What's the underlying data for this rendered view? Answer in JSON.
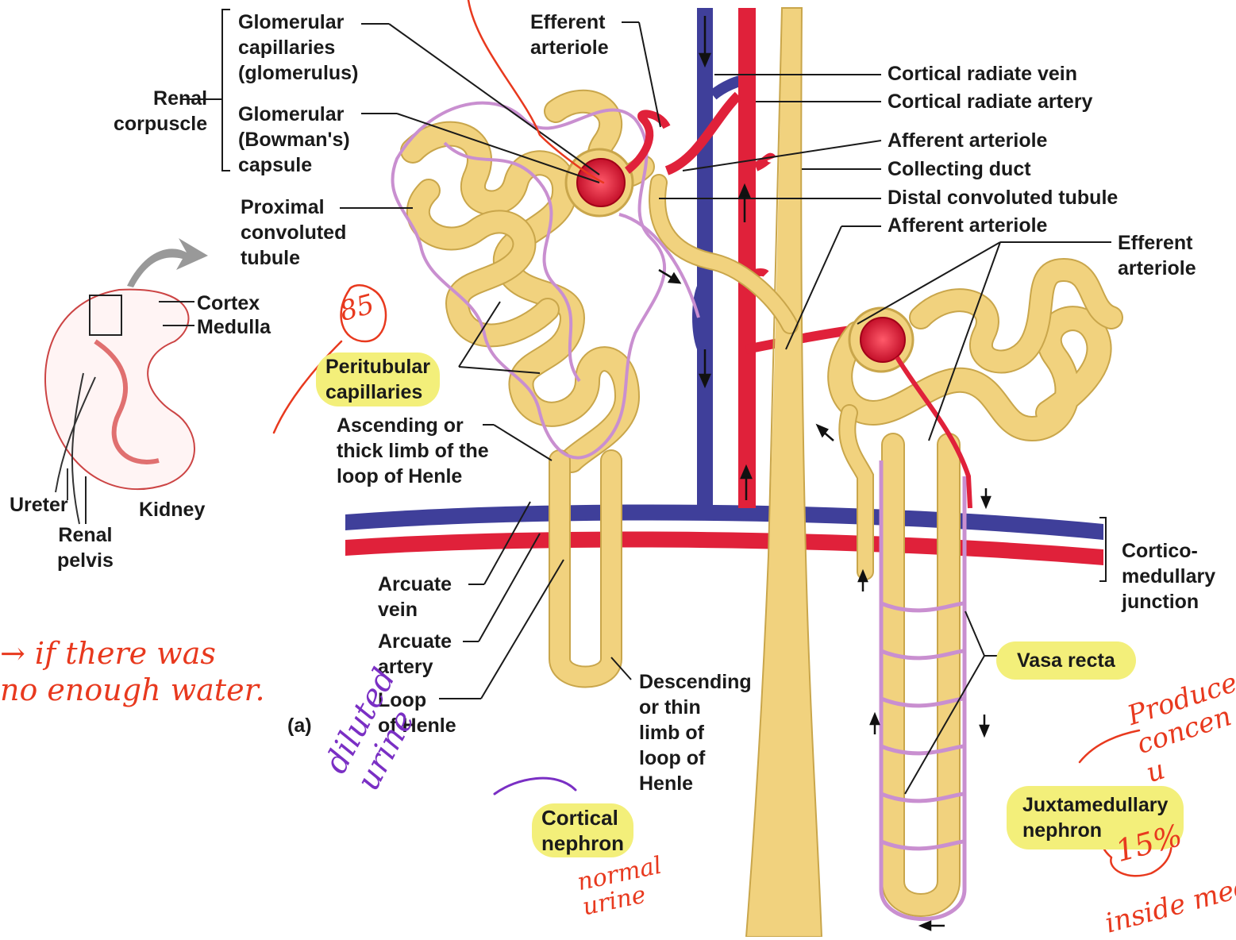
{
  "labels": {
    "glomerular_capillaries": "Glomerular\ncapillaries\n(glomerulus)",
    "renal_corpuscle": "Renal\ncorpuscle",
    "bowmans_capsule": "Glomerular\n(Bowman's)\ncapsule",
    "pct": "Proximal\nconvoluted\ntubule",
    "cortex": "Cortex",
    "medulla": "Medulla",
    "peritubular": "Peritubular\ncapillaries",
    "ascending": "Ascending or\nthick limb of the\nloop of Henle",
    "ureter": "Ureter",
    "kidney": "Kidney",
    "renal_pelvis": "Renal\npelvis",
    "arcuate_vein": "Arcuate\nvein",
    "arcuate_artery": "Arcuate\nartery",
    "loop_henle": "Loop\nof Henle",
    "fig_a": "(a)",
    "descending": "Descending\nor thin\nlimb of\nloop of\nHenle",
    "cortical_nephron": "Cortical\nnephron",
    "efferent_top": "Efferent\narteriole",
    "cortical_radiate_vein": "Cortical radiate vein",
    "cortical_radiate_artery": "Cortical radiate artery",
    "afferent_1": "Afferent arteriole",
    "collecting_duct": "Collecting duct",
    "dct": "Distal convoluted tubule",
    "afferent_2": "Afferent arteriole",
    "efferent_right": "Efferent\narteriole",
    "corticomedullary": "Cortico-\nmedullary\njunction",
    "vasa_recta": "Vasa recta",
    "juxtamedullary": "Juxtamedullary\nnephron"
  },
  "handwriting": {
    "no_water": "→ if there was\nno enough water.",
    "diluted": "diluted\nurine",
    "number": "85",
    "normal": "normal\nurine",
    "produce": "Produce\nconcen\nu",
    "pct15": "15%",
    "inside": "inside med"
  },
  "colors": {
    "tubule": "#f1d27e",
    "tubule_edge": "#c9a64b",
    "artery": "#e0213a",
    "vein": "#3f3f9a",
    "capillary": "#c98fd0",
    "highlight": "#f3ef7a",
    "ink_red": "#e8391e",
    "ink_purple": "#7a2fc4"
  }
}
